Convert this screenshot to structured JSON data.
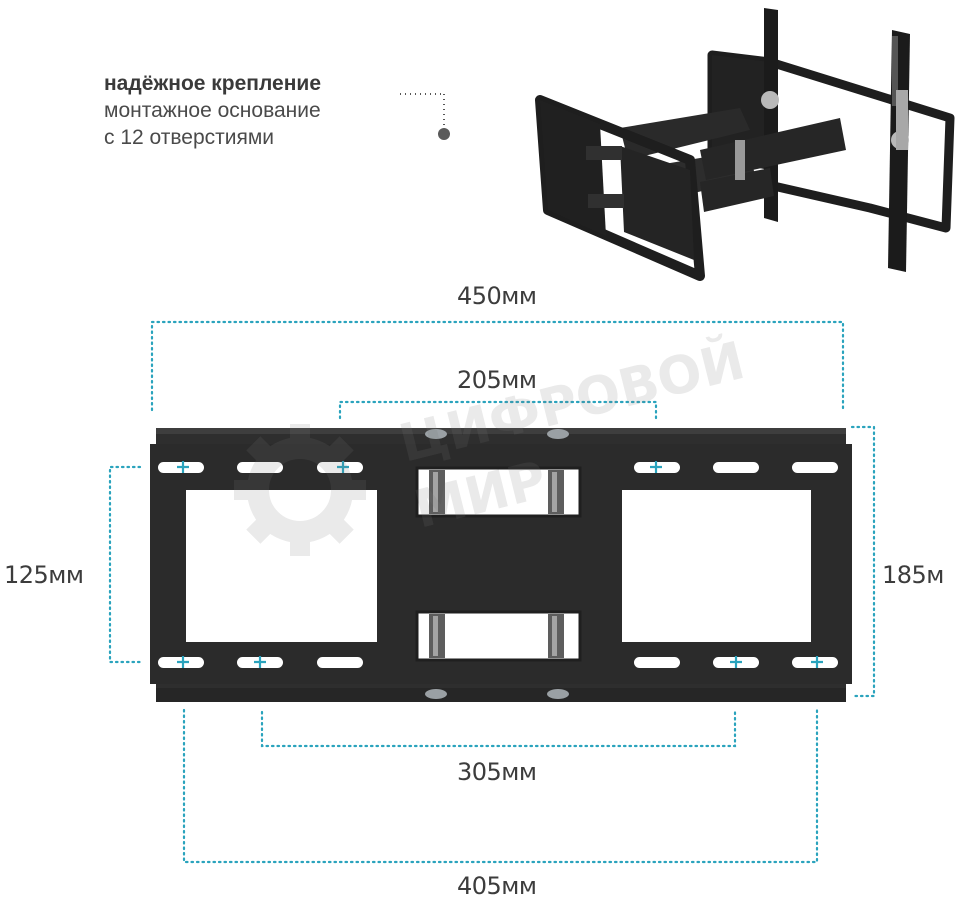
{
  "caption": {
    "title": "надёжное крепление",
    "line1": "монтажное основание",
    "line2": "с 12 отверстиями"
  },
  "dimensions": {
    "top_outer": "450мм",
    "top_inner": "205мм",
    "left": "125мм",
    "right": "185м",
    "bottom_inner": "305мм",
    "bottom_outer": "405мм"
  },
  "watermark": {
    "line1": "ЦИФРОВОЙ",
    "line2": "МИР"
  },
  "colors": {
    "accent_dotted": "#2aa3bd",
    "plate": "#2b2b2b",
    "text": "#3c3c3c"
  }
}
